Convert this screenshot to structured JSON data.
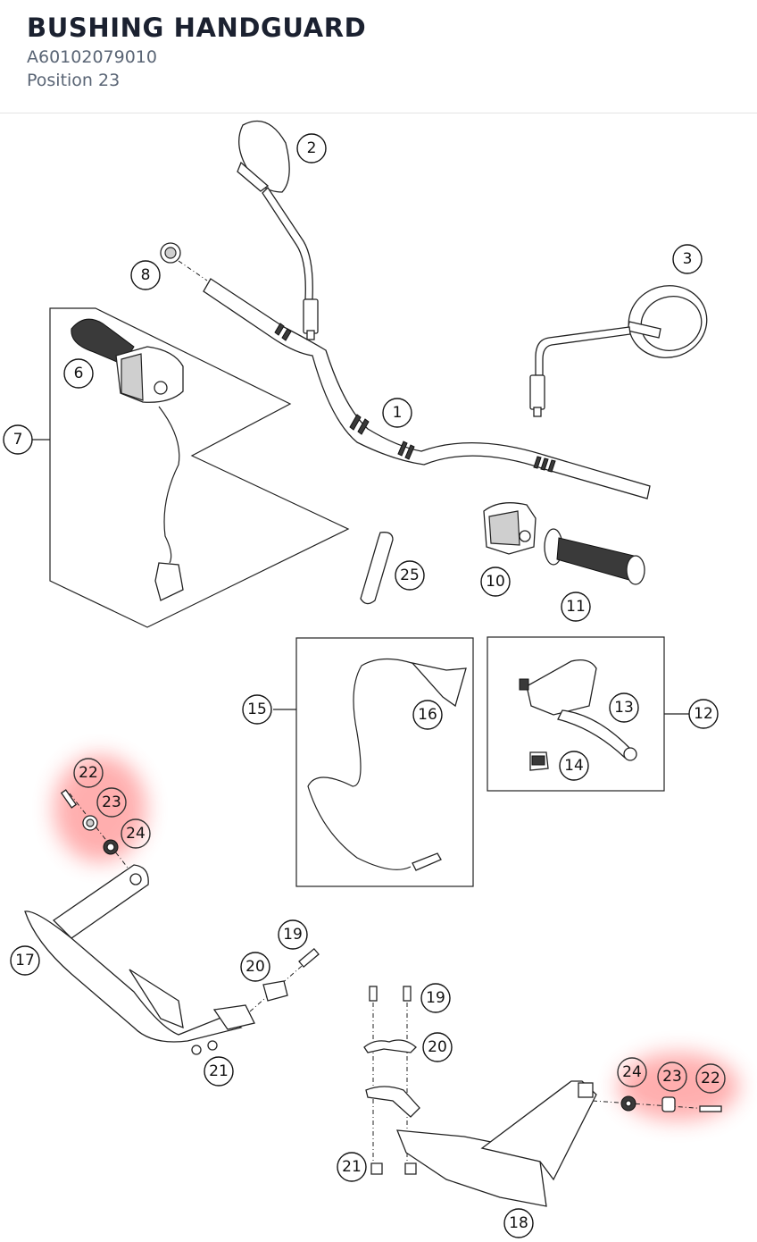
{
  "header": {
    "title": "BUSHING HANDGUARD",
    "part_number": "A60102079010",
    "position": "Position 23"
  },
  "highlight_color": "#ff4d4d",
  "callouts": [
    {
      "label": "1"
    },
    {
      "label": "2"
    },
    {
      "label": "3"
    },
    {
      "label": "6"
    },
    {
      "label": "7"
    },
    {
      "label": "8"
    },
    {
      "label": "10"
    },
    {
      "label": "11"
    },
    {
      "label": "12"
    },
    {
      "label": "13"
    },
    {
      "label": "14"
    },
    {
      "label": "15"
    },
    {
      "label": "16"
    },
    {
      "label": "17"
    },
    {
      "label": "18"
    },
    {
      "label": "19"
    },
    {
      "label": "20"
    },
    {
      "label": "21"
    },
    {
      "label": "25"
    },
    {
      "label": "22"
    },
    {
      "label": "23"
    },
    {
      "label": "24"
    },
    {
      "label": "19"
    },
    {
      "label": "20"
    },
    {
      "label": "21"
    },
    {
      "label": "22"
    },
    {
      "label": "23"
    },
    {
      "label": "24"
    }
  ]
}
